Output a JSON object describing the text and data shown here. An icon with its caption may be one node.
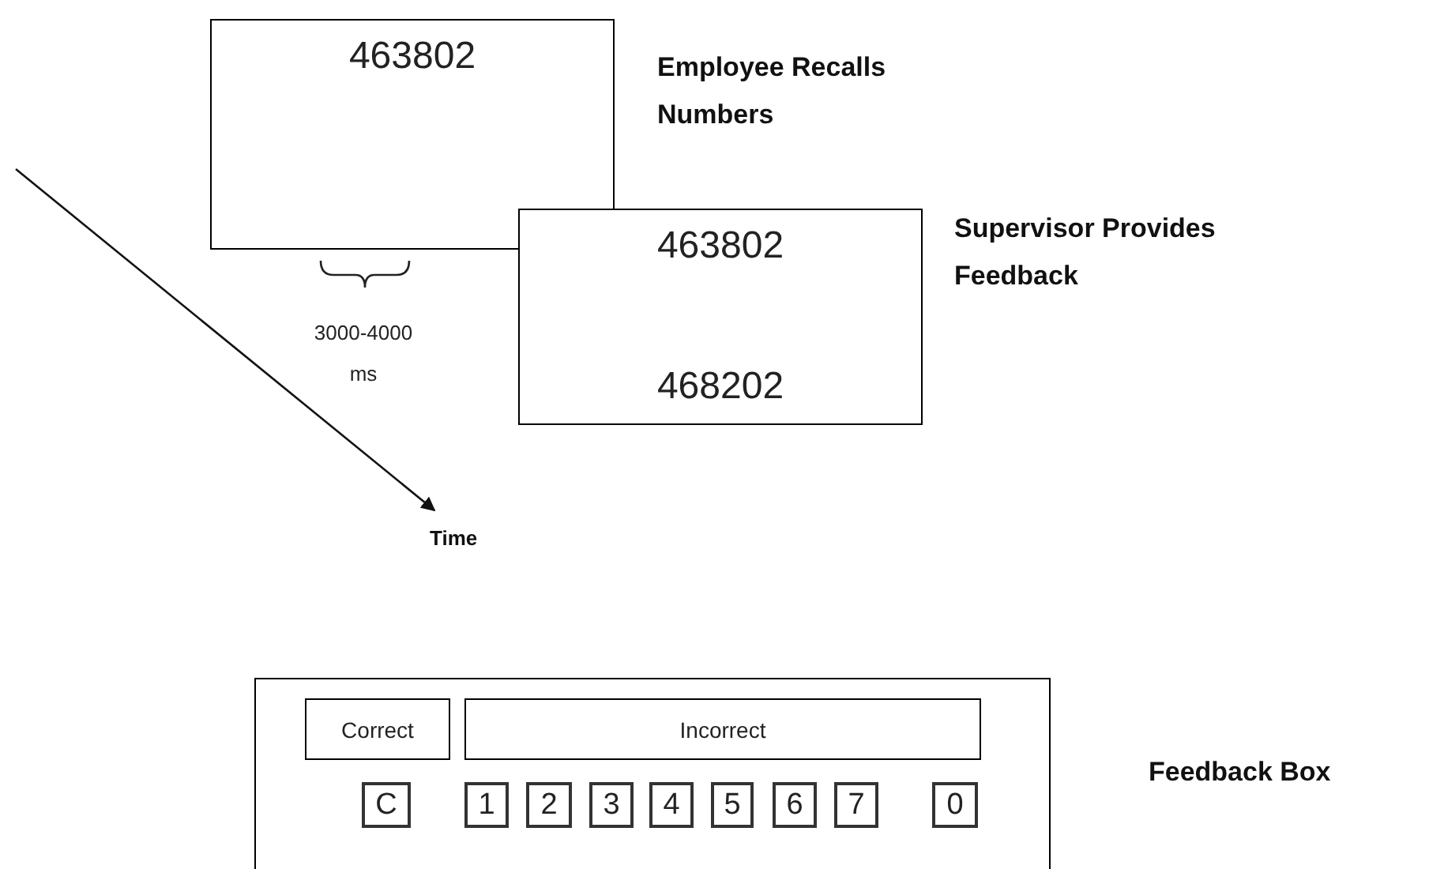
{
  "diagram": {
    "nodes": [
      {
        "text": [
          "463802"
        ],
        "beside": [
          "Employee Recalls Numbers"
        ]
      },
      {
        "text": [
          "463802",
          "468202"
        ],
        "beside": [
          "Supervisor Provides Feedback"
        ]
      },
      {
        "text": [],
        "shape": "box",
        "beside": [
          "Feedback Box"
        ]
      },
      {
        "text": [
          "Correct"
        ],
        "in": 2
      },
      {
        "text": [
          "Incorrect"
        ],
        "in": 2
      },
      {
        "text": [
          "C"
        ],
        "in": 2
      },
      {
        "text": [
          "1"
        ],
        "in": 2
      },
      {
        "text": [
          "2"
        ],
        "in": 2
      },
      {
        "text": [
          "3"
        ],
        "in": 2
      },
      {
        "text": [
          "4"
        ],
        "in": 2
      },
      {
        "text": [
          "5"
        ],
        "in": 2
      },
      {
        "text": [
          "6"
        ],
        "in": 2
      },
      {
        "text": [
          "7"
        ],
        "in": 2
      },
      {
        "text": [
          "0"
        ],
        "in": 2
      }
    ],
    "labels": [
      "3000-4000 ms",
      "Time"
    ]
  }
}
